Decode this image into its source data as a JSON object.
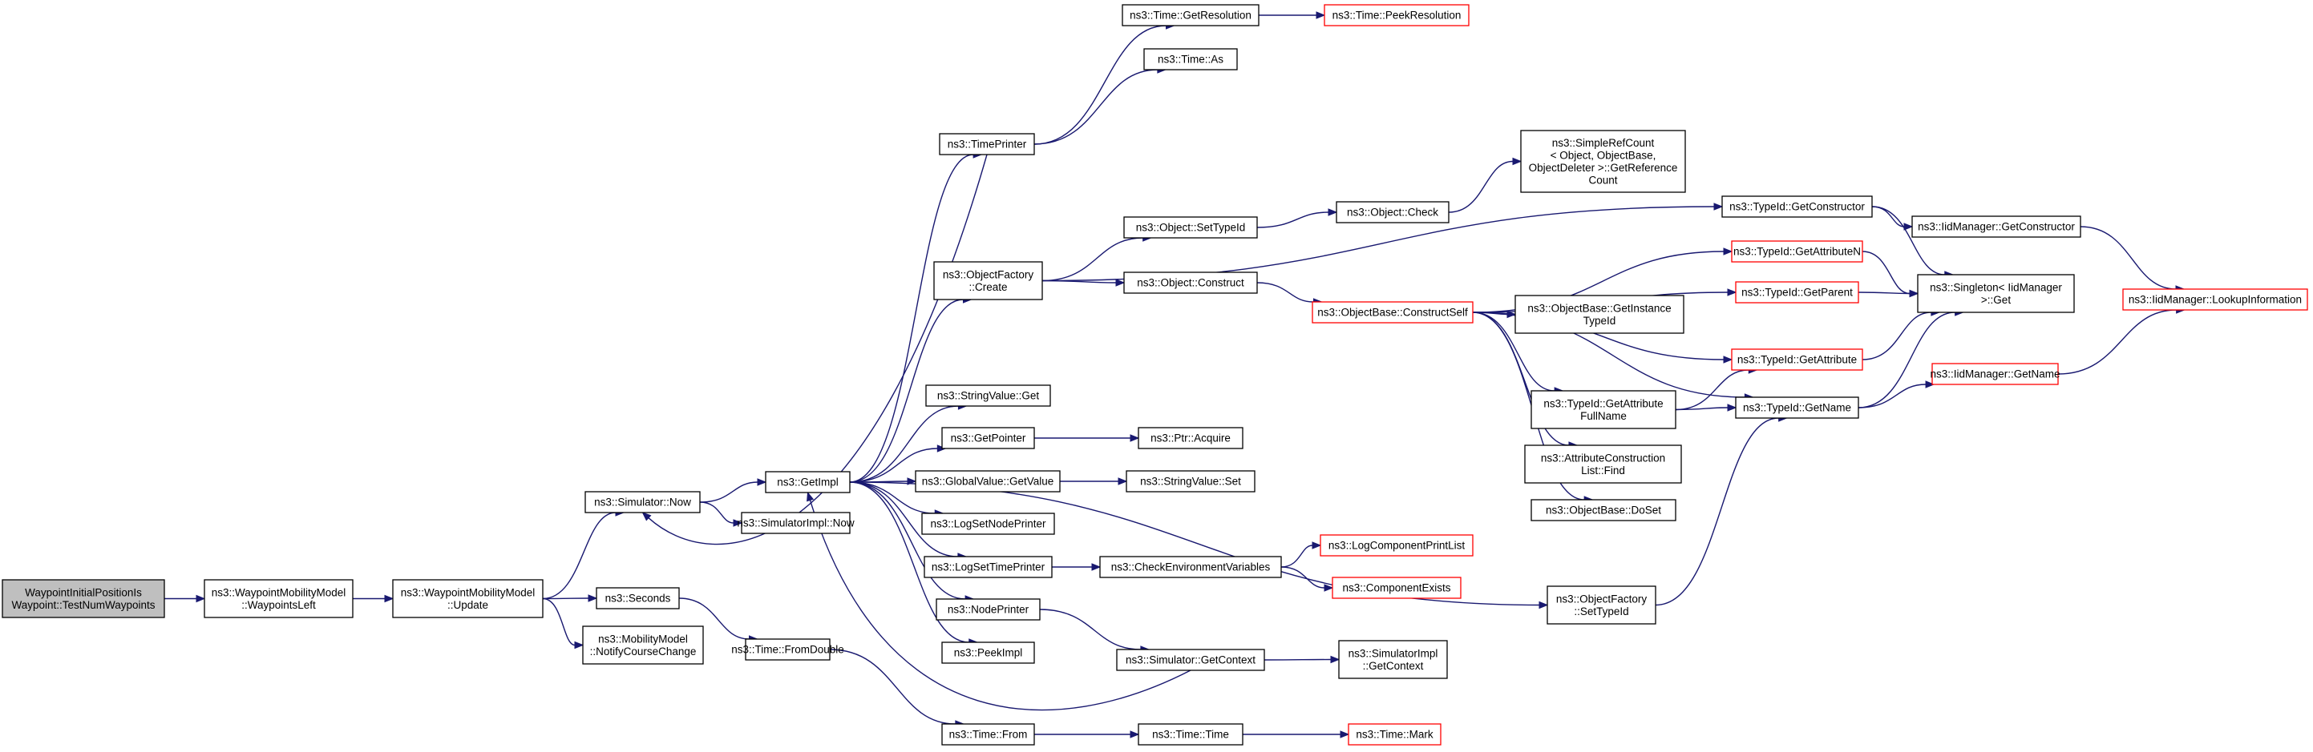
{
  "colors": {
    "edge": "#191970",
    "root_fill": "#bfbfbf",
    "red_border": "#ff0000",
    "border": "#000000"
  },
  "nodes": [
    {
      "id": "root",
      "lines": [
        "WaypointInitialPositionIs",
        "Waypoint::TestNumWaypoints"
      ],
      "style": "root"
    },
    {
      "id": "wpleft",
      "lines": [
        "ns3::WaypointMobilityModel",
        "::WaypointsLeft"
      ]
    },
    {
      "id": "update",
      "lines": [
        "ns3::WaypointMobilityModel",
        "::Update"
      ]
    },
    {
      "id": "simnow",
      "lines": [
        "ns3::Simulator::Now"
      ]
    },
    {
      "id": "seconds",
      "lines": [
        "ns3::Seconds"
      ]
    },
    {
      "id": "notify",
      "lines": [
        "ns3::MobilityModel",
        "::NotifyCourseChange"
      ]
    },
    {
      "id": "getimpl",
      "lines": [
        "ns3::GetImpl"
      ]
    },
    {
      "id": "simimplnow",
      "lines": [
        "ns3::SimulatorImpl::Now"
      ]
    },
    {
      "id": "fromdouble",
      "lines": [
        "ns3::Time::FromDouble"
      ]
    },
    {
      "id": "timeprinter",
      "lines": [
        "ns3::TimePrinter"
      ]
    },
    {
      "id": "objfactcreate",
      "lines": [
        "ns3::ObjectFactory",
        "::Create"
      ]
    },
    {
      "id": "strvalget",
      "lines": [
        "ns3::StringValue::Get"
      ]
    },
    {
      "id": "getpointer",
      "lines": [
        "ns3::GetPointer"
      ]
    },
    {
      "id": "gvgetvalue",
      "lines": [
        "ns3::GlobalValue::GetValue"
      ]
    },
    {
      "id": "logsetnode",
      "lines": [
        "ns3::LogSetNodePrinter"
      ]
    },
    {
      "id": "logsettime",
      "lines": [
        "ns3::LogSetTimePrinter"
      ]
    },
    {
      "id": "nodeprinter",
      "lines": [
        "ns3::NodePrinter"
      ]
    },
    {
      "id": "peekimpl",
      "lines": [
        "ns3::PeekImpl"
      ]
    },
    {
      "id": "timefrom",
      "lines": [
        "ns3::Time::From"
      ]
    },
    {
      "id": "getres",
      "lines": [
        "ns3::Time::GetResolution"
      ]
    },
    {
      "id": "timeas",
      "lines": [
        "ns3::Time::As"
      ]
    },
    {
      "id": "objsettypeid",
      "lines": [
        "ns3::Object::SetTypeId"
      ]
    },
    {
      "id": "objconstruct",
      "lines": [
        "ns3::Object::Construct"
      ]
    },
    {
      "id": "ptracquire",
      "lines": [
        "ns3::Ptr::Acquire"
      ]
    },
    {
      "id": "strvalset",
      "lines": [
        "ns3::StringValue::Set"
      ]
    },
    {
      "id": "checkenv",
      "lines": [
        "ns3::CheckEnvironmentVariables"
      ]
    },
    {
      "id": "simgetctx",
      "lines": [
        "ns3::Simulator::GetContext"
      ]
    },
    {
      "id": "timetime",
      "lines": [
        "ns3::Time::Time"
      ]
    },
    {
      "id": "peekres",
      "lines": [
        "ns3::Time::PeekResolution"
      ],
      "style": "red"
    },
    {
      "id": "objcheck",
      "lines": [
        "ns3::Object::Check"
      ]
    },
    {
      "id": "simplerefcount",
      "lines": [
        "ns3::SimpleRefCount",
        "< Object, ObjectBase,",
        "ObjectDeleter >::GetReference",
        "Count"
      ]
    },
    {
      "id": "constructself",
      "lines": [
        "ns3::ObjectBase::ConstructSelf"
      ],
      "style": "red"
    },
    {
      "id": "logcompprint",
      "lines": [
        "ns3::LogComponentPrintList"
      ],
      "style": "red"
    },
    {
      "id": "compexists",
      "lines": [
        "ns3::ComponentExists"
      ],
      "style": "red"
    },
    {
      "id": "simimplgetctx",
      "lines": [
        "ns3::SimulatorImpl",
        "::GetContext"
      ]
    },
    {
      "id": "timemark",
      "lines": [
        "ns3::Time::Mark"
      ],
      "style": "red"
    },
    {
      "id": "getinsttypeid",
      "lines": [
        "ns3::ObjectBase::GetInstance",
        "TypeId"
      ]
    },
    {
      "id": "getattrfullname",
      "lines": [
        "ns3::TypeId::GetAttribute",
        "FullName"
      ]
    },
    {
      "id": "attrconstlistfind",
      "lines": [
        "ns3::AttributeConstruction",
        "List::Find"
      ]
    },
    {
      "id": "objbasedoset",
      "lines": [
        "ns3::ObjectBase::DoSet"
      ]
    },
    {
      "id": "objfactsettypeid",
      "lines": [
        "ns3::ObjectFactory",
        "::SetTypeId"
      ]
    },
    {
      "id": "typeidgetctor",
      "lines": [
        "ns3::TypeId::GetConstructor"
      ]
    },
    {
      "id": "typeidgetattrn",
      "lines": [
        "ns3::TypeId::GetAttributeN"
      ],
      "style": "red"
    },
    {
      "id": "typeidgetparent",
      "lines": [
        "ns3::TypeId::GetParent"
      ],
      "style": "red"
    },
    {
      "id": "typeidgetattr",
      "lines": [
        "ns3::TypeId::GetAttribute"
      ],
      "style": "red"
    },
    {
      "id": "typeidgetname",
      "lines": [
        "ns3::TypeId::GetName"
      ]
    },
    {
      "id": "iidgetctor",
      "lines": [
        "ns3::IidManager::GetConstructor"
      ]
    },
    {
      "id": "singletonget",
      "lines": [
        "ns3::Singleton< IidManager",
        ">::Get"
      ]
    },
    {
      "id": "iidgetname",
      "lines": [
        "ns3::IidManager::GetName"
      ],
      "style": "red"
    },
    {
      "id": "iidlookup",
      "lines": [
        "ns3::IidManager::LookupInformation"
      ],
      "style": "red"
    }
  ]
}
